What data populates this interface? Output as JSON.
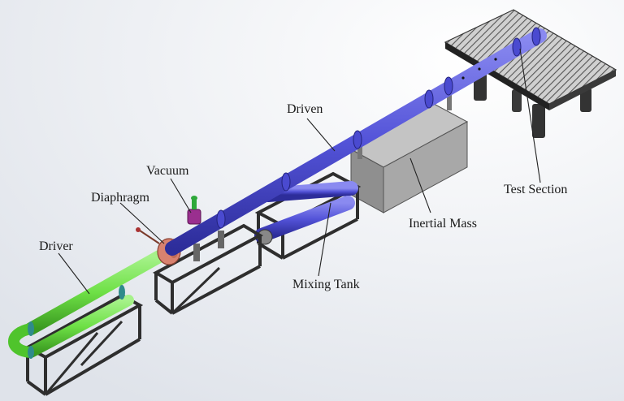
{
  "labels": {
    "driven": "Driven",
    "vacuum": "Vacuum",
    "diaphragm": "Diaphragm",
    "driver": "Driver",
    "inertial_mass": "Inertial Mass",
    "mixing_tank": "Mixing Tank",
    "test_section": "Test Section"
  },
  "colors": {
    "driven_tube": "#5353d8",
    "driver_tube": "#6ee046",
    "diaphragm": "#d9826f",
    "valve": "#9a2f8f",
    "valve_handle": "#2ea83a",
    "inertial_mass": "#a8a8a8",
    "frame": "#2e2e2e",
    "table_top": "#8c8c8c"
  }
}
